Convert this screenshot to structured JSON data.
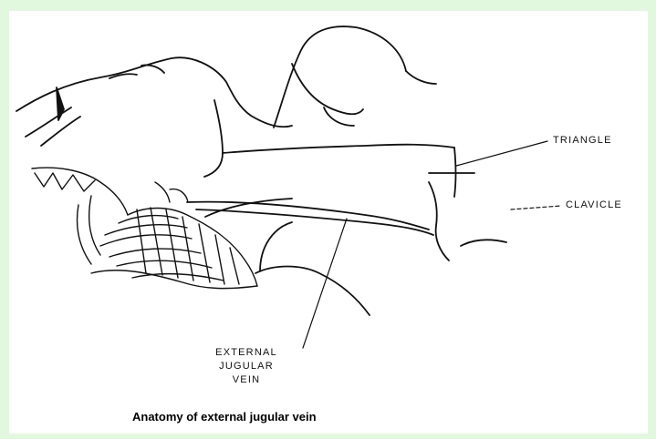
{
  "diagram": {
    "labels": {
      "triangle": "TRIANGLE",
      "clavicle": "CLAVICLE",
      "external_jugular_vein": [
        "EXTERNAL",
        "JUGULAR",
        "VEIN"
      ]
    },
    "caption": "Anatomy of external jugular vein"
  },
  "colors": {
    "outer_border": "#e2f8de",
    "background": "#ffffff",
    "ink": "#111111"
  }
}
